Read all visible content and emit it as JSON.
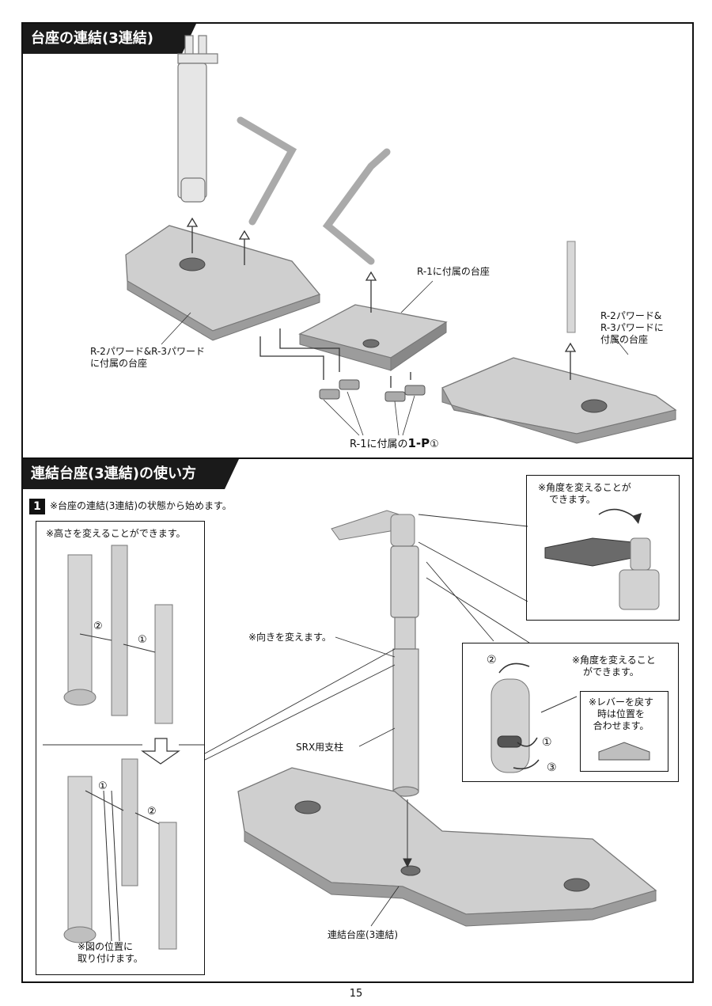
{
  "section1": {
    "title": "台座の連結(3連結)",
    "label_left_base_line1": "R-2パワード&R-3パワード",
    "label_left_base_line2": "に付属の台座",
    "label_center_base": "R-1に付属の台座",
    "label_right_base_line1": "R-2パワード&",
    "label_right_base_line2": "R-3パワードに",
    "label_right_base_line3": "付属の台座",
    "label_parts_prefix": "R-1に付属の",
    "label_parts_code": "1-P",
    "label_parts_num": "①"
  },
  "section2": {
    "title": "連結台座(3連結)の使い方",
    "step_number": "1",
    "step_text": "※台座の連結(3連結)の状態から始めます。",
    "height_note": "※高さを変えることができます。",
    "attach_note_line1": "※図の位置に",
    "attach_note_line2": "取り付けます。",
    "circled_1": "①",
    "circled_2": "②",
    "circled_3": "③",
    "orientation_note": "※向きを変えます。",
    "pillar_label": "SRX用支柱",
    "joint_base_label": "連結台座(3連結)",
    "angle_note_top_line1": "※角度を変えることが",
    "angle_note_top_line2": "できます。",
    "angle_note_right_line1": "※角度を変えること",
    "angle_note_right_line2": "ができます。",
    "lever_note_line1": "※レバーを戻す",
    "lever_note_line2": "時は位置を",
    "lever_note_line3": "合わせます。"
  },
  "page_number": "15"
}
